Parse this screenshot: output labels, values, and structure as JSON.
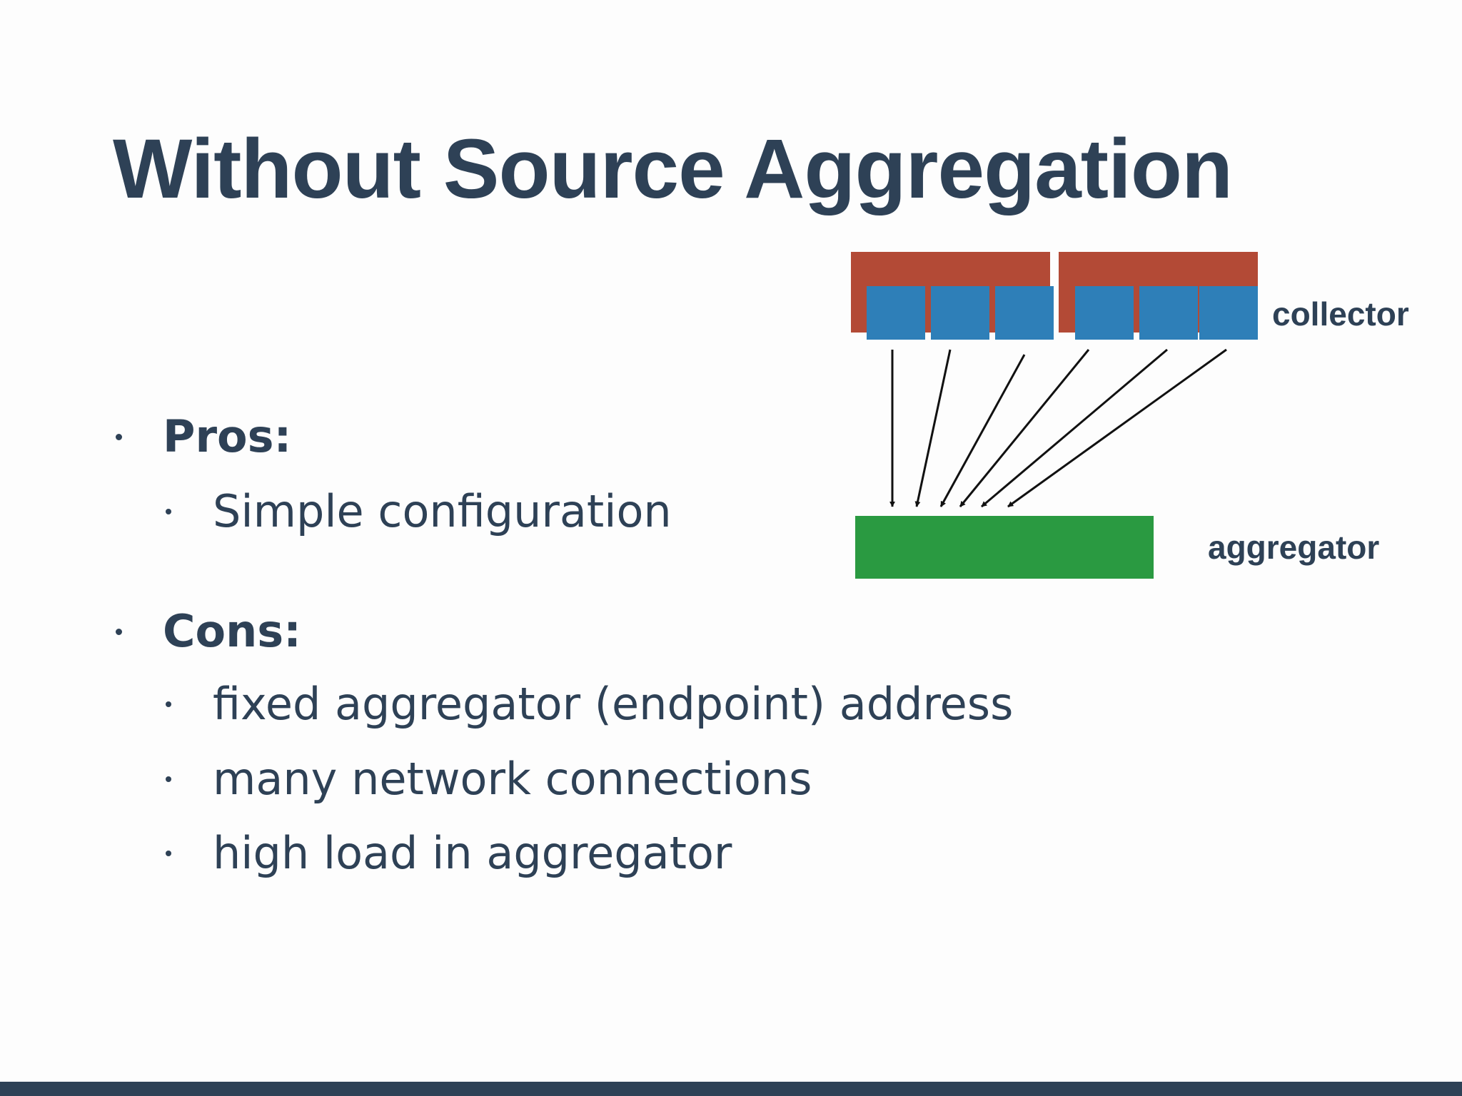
{
  "slide": {
    "title": "Without Source Aggregation",
    "pros": {
      "heading": "Pros:",
      "items": [
        "Simple configuration"
      ]
    },
    "cons": {
      "heading": "Cons:",
      "items": [
        "fixed aggregator (endpoint) address",
        "many network connections",
        "high load in aggregator"
      ]
    }
  },
  "diagram": {
    "collector_label": "collector",
    "aggregator_label": "aggregator",
    "colors": {
      "collector_host": "#b34a36",
      "collector_process": "#2e7fb8",
      "aggregator": "#2a9a41",
      "arrow": "#111111"
    }
  },
  "theme": {
    "text_color": "#2e4156",
    "background": "#fdfdfd",
    "footer_bar": "#2e4156"
  }
}
